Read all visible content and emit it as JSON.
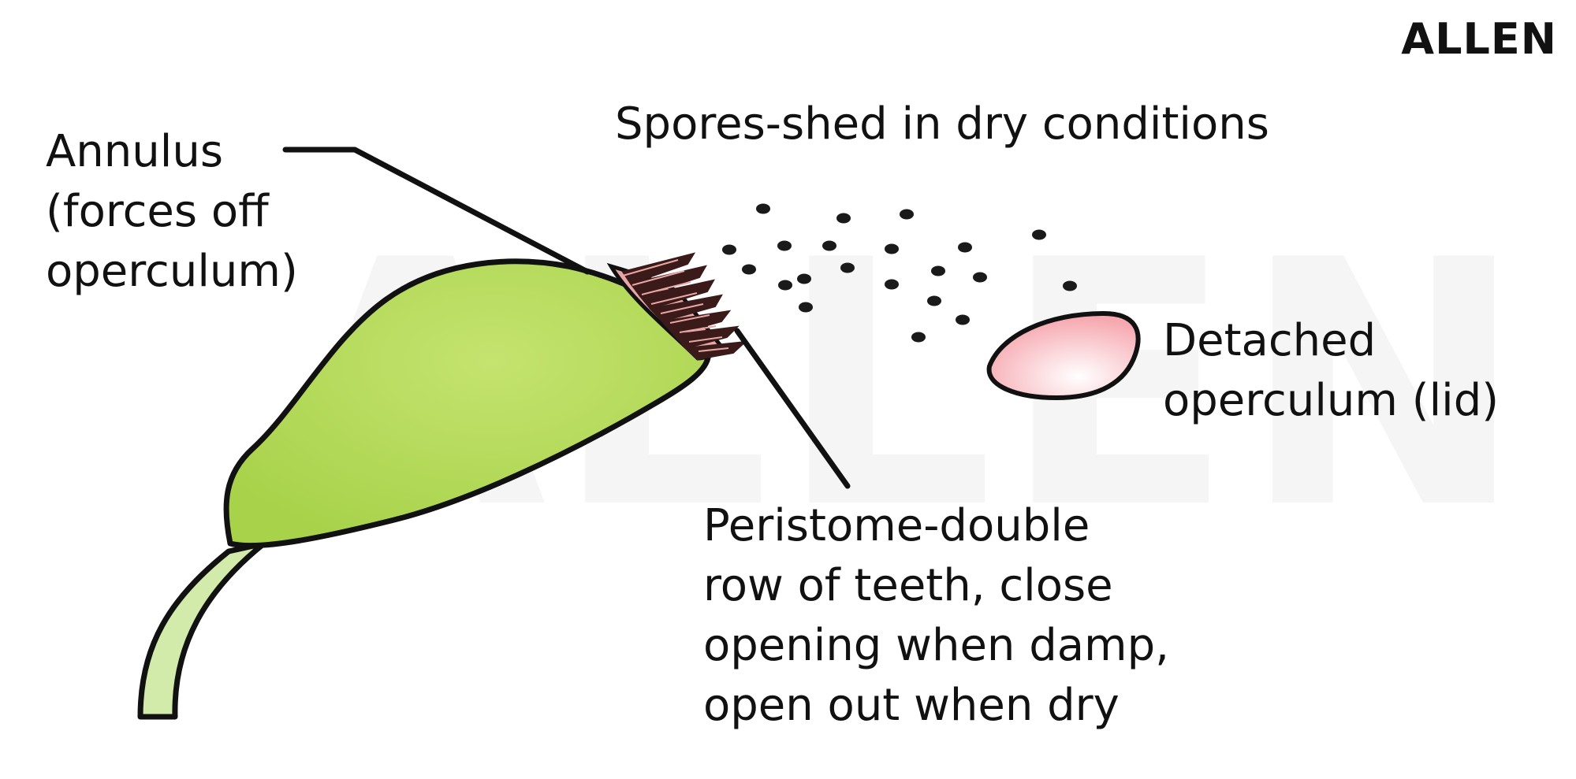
{
  "brand": {
    "logo_text": "ALLEN",
    "watermark_text": "ALLEN"
  },
  "labels": {
    "spores": "Spores-shed in dry conditions",
    "annulus": [
      "Annulus",
      "(forces off",
      "operculum)"
    ],
    "detached": [
      "Detached",
      "operculum (lid)"
    ],
    "peristome": [
      "Peristome-double",
      "row of teeth, close",
      "opening when damp,",
      "open out when dry"
    ]
  },
  "colors": {
    "capsule_fill": "#a8d24a",
    "capsule_highlight": "#c4e36f",
    "stalk_fill": "#d2ebaa",
    "outline": "#111111",
    "peristome_fill": "#e8a7a4",
    "peristome_teeth": "#3b1a1a",
    "operculum_fill": "#f6a8b0",
    "spore": "#1a1a1a"
  }
}
